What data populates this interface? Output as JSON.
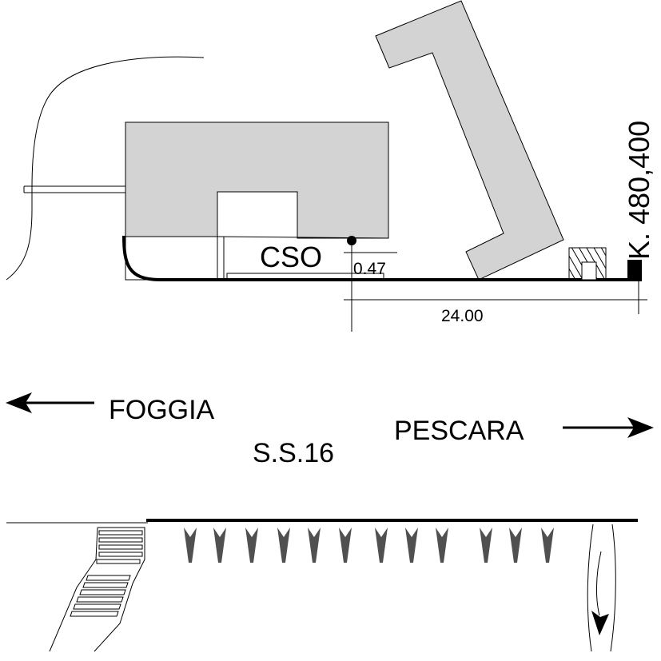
{
  "labels": {
    "cso": "CSO",
    "offset": "0.47",
    "distance": "24.00",
    "km_marker": "K. 480,400",
    "foggia": "FOGGIA",
    "pescara": "PESCARA",
    "road": "S.S.16"
  },
  "colors": {
    "building_fill": "#d3d3d3",
    "line": "#000000",
    "chevron_fill": "#505050"
  }
}
